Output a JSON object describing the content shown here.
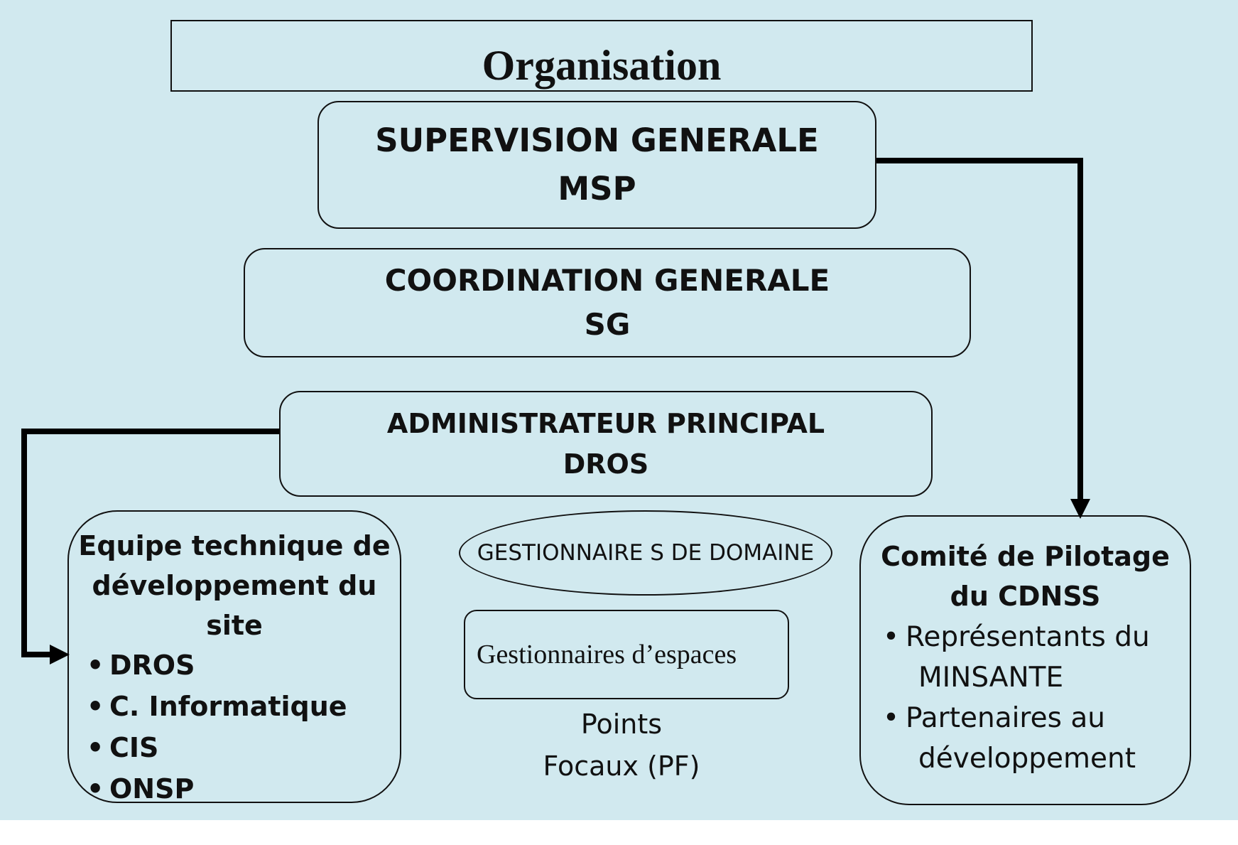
{
  "title": "Organisation",
  "supervision": {
    "line1": "SUPERVISION GENERALE",
    "line2": "MSP"
  },
  "coordination": {
    "line1": "COORDINATION GENERALE",
    "line2": "SG"
  },
  "administrateur": {
    "line1": "ADMINISTRATEUR PRINCIPAL",
    "line2": "DROS"
  },
  "equipe": {
    "heading_line1": "Equipe  technique de",
    "heading_line2": "développement du",
    "heading_line3": "site",
    "members": [
      "DROS",
      "C. Informatique",
      "CIS",
      "ONSP"
    ]
  },
  "gestionnaires_domaine": "GESTIONNAIRE S DE DOMAINE",
  "gestionnaires_espaces": "Gestionnaires  d’espaces",
  "points_focaux": {
    "line1": "Points",
    "line2": "Focaux (PF)"
  },
  "comite": {
    "heading_line1": "Comité de Pilotage",
    "heading_line2": "du CDNSS",
    "items": [
      {
        "line1": "Représentants du",
        "line2": "MINSANTE"
      },
      {
        "line1": "Partenaires au",
        "line2": "développement"
      }
    ]
  }
}
